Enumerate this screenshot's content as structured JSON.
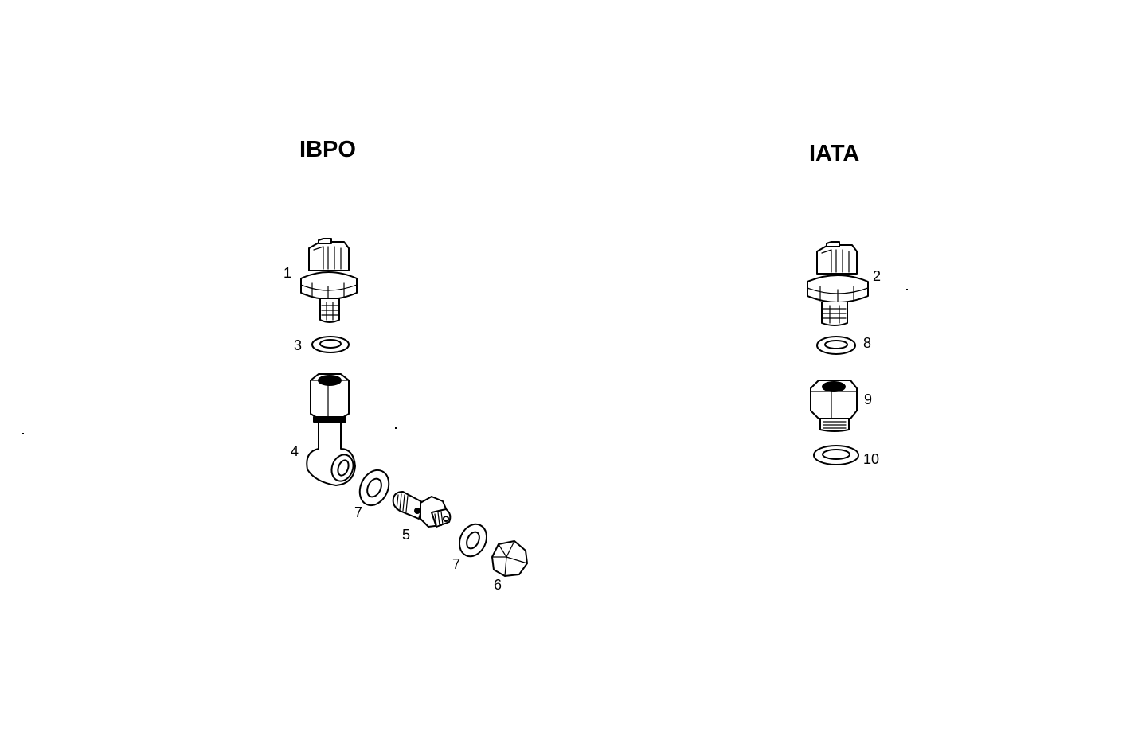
{
  "diagram": {
    "groups": [
      {
        "title": "IBPO"
      },
      {
        "title": "IATA"
      }
    ],
    "callouts": [
      {
        "number": "1",
        "part": "pressure switch"
      },
      {
        "number": "3",
        "part": "sealing washer"
      },
      {
        "number": "4",
        "part": "banjo fitting"
      },
      {
        "number": "7",
        "part": "sealing washer"
      },
      {
        "number": "5",
        "part": "banjo bolt"
      },
      {
        "number": "7",
        "part": "sealing washer"
      },
      {
        "number": "6",
        "part": "cap nut"
      },
      {
        "number": "2",
        "part": "pressure switch"
      },
      {
        "number": "8",
        "part": "sealing washer"
      },
      {
        "number": "9",
        "part": "adapter"
      },
      {
        "number": "10",
        "part": "sealing washer"
      }
    ]
  }
}
